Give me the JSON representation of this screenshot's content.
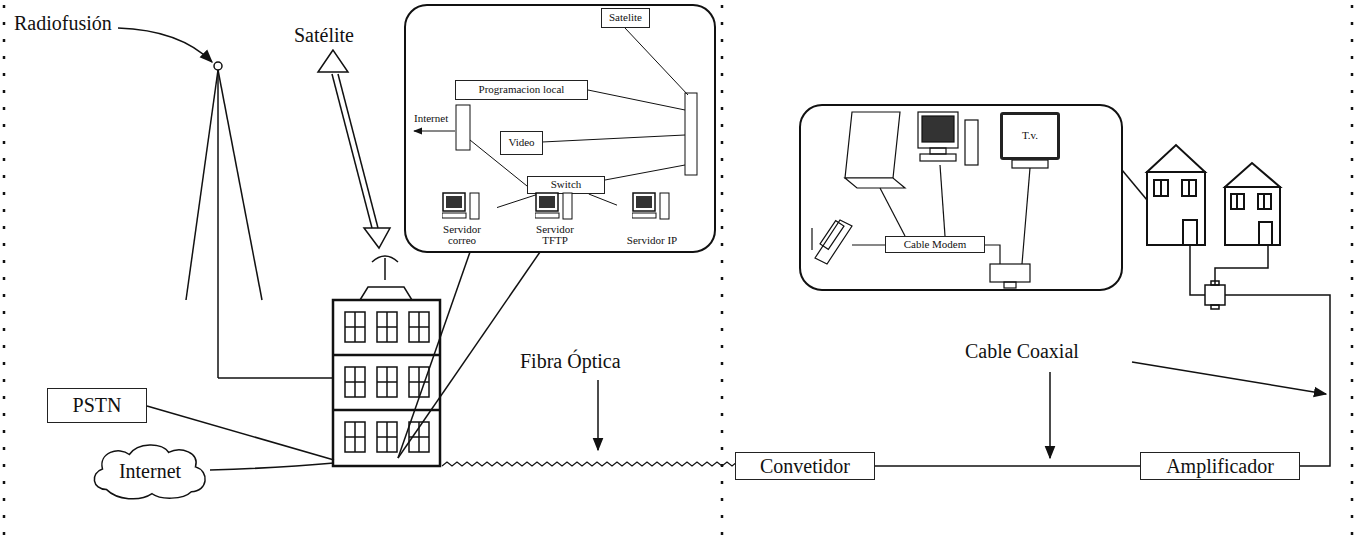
{
  "diagram": {
    "nodes": [
      {
        "text": [
          "Satelite"
        ]
      },
      {
        "text": [
          "Programacion local"
        ]
      },
      {
        "text": [
          "Video"
        ]
      },
      {
        "text": [
          "Switch"
        ]
      },
      {
        "text": [
          "Servidor correo"
        ]
      },
      {
        "text": [
          "Servidor TFTP"
        ]
      },
      {
        "text": [
          "Servidor IP"
        ]
      },
      {
        "text": [
          "PSTN"
        ]
      },
      {
        "text": [
          "Internet"
        ]
      },
      {
        "text": [
          "Convetidor"
        ]
      },
      {
        "text": [
          "Amplificador"
        ]
      },
      {
        "text": [
          "Cable Modem"
        ]
      },
      {
        "text": [
          "T.v."
        ]
      }
    ],
    "edges": [
      {
        "from": 3,
        "to": 4,
        "arrow": "none"
      },
      {
        "from": 3,
        "to": 5,
        "arrow": "none"
      },
      {
        "from": 3,
        "to": 6,
        "arrow": "none"
      },
      {
        "from": 9,
        "to": 10,
        "arrow": "none"
      }
    ],
    "labels": [
      "Radiofusión",
      "Satélite",
      "Internet",
      "Fibra Óptica",
      "Cable Coaxial"
    ]
  }
}
